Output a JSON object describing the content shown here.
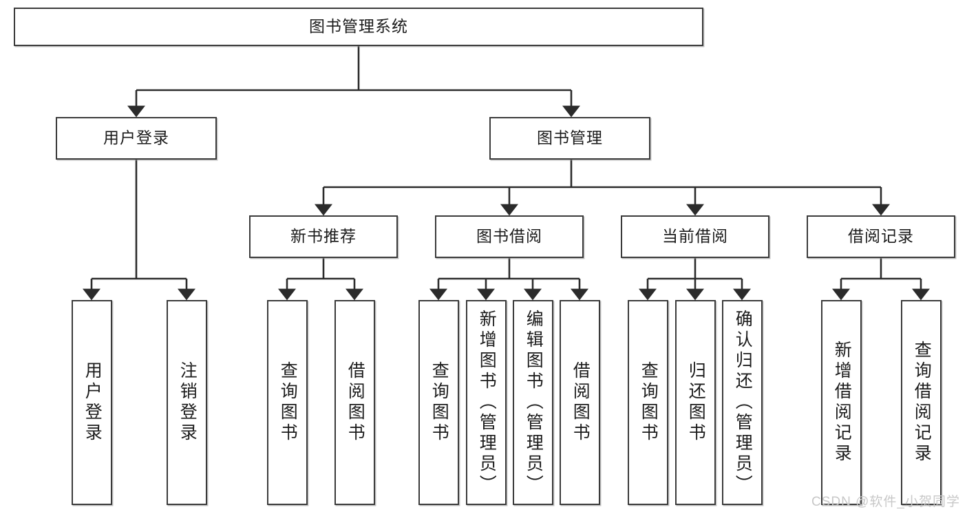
{
  "diagram": {
    "title": "图书管理系统",
    "type": "tree-hierarchy",
    "watermark": "CSDN @软件_小贺同学",
    "colors": {
      "box_border": "#3a3a3a",
      "box_fill": "#ffffff",
      "connector": "#2b2b2b",
      "text": "#1b1b1b",
      "watermark": "#c8c8c8"
    },
    "nodes": {
      "root": {
        "label": "图书管理系统"
      },
      "level2": [
        {
          "label": "用户登录"
        },
        {
          "label": "图书管理"
        }
      ],
      "level3": [
        {
          "label": "新书推荐"
        },
        {
          "label": "图书借阅"
        },
        {
          "label": "当前借阅"
        },
        {
          "label": "借阅记录"
        }
      ],
      "leaves": {
        "user_login": [
          {
            "label": "用户登录"
          },
          {
            "label": "注销登录"
          }
        ],
        "new_book_recommend": [
          {
            "label": "查询图书"
          },
          {
            "label": "借阅图书"
          }
        ],
        "book_borrow": [
          {
            "label": "查询图书"
          },
          {
            "label": "新增图书（管理员）"
          },
          {
            "label": "编辑图书（管理员）"
          },
          {
            "label": "借阅图书"
          }
        ],
        "current_borrow": [
          {
            "label": "查询图书"
          },
          {
            "label": "归还图书"
          },
          {
            "label": "确认归还（管理员）"
          }
        ],
        "borrow_record": [
          {
            "label": "新增借阅记录"
          },
          {
            "label": "查询借阅记录"
          }
        ]
      }
    }
  }
}
